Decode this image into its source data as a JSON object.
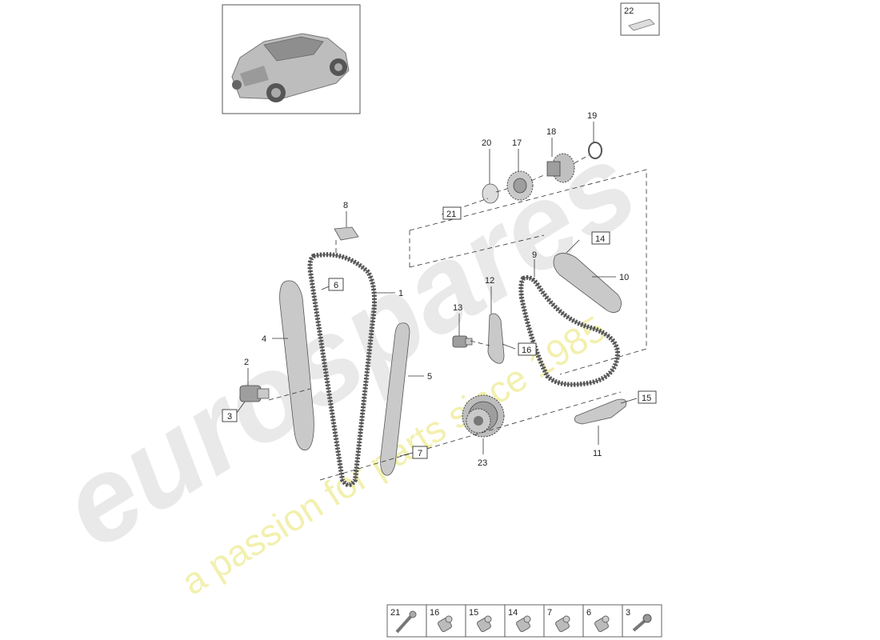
{
  "watermark": {
    "brand": "eurospares",
    "tagline": "a passion for parts since 1985",
    "brand_color": "#e6e6e6",
    "tagline_color": "#f1efa6"
  },
  "callouts": {
    "p1": "1",
    "p2": "2",
    "p4": "4",
    "p5": "5",
    "p8": "8",
    "p9": "9",
    "p10": "10",
    "p11": "11",
    "p12": "12",
    "p13": "13",
    "p17": "17",
    "p18": "18",
    "p19": "19",
    "p20": "20",
    "p22": "22",
    "p23": "23"
  },
  "boxed_callouts": {
    "b3": "3",
    "b6": "6",
    "b7": "7",
    "b14": "14",
    "b15": "15",
    "b16": "16",
    "b21": "21"
  },
  "fastener_table": [
    {
      "label": "21",
      "icon": "long-bolt-icon"
    },
    {
      "label": "16",
      "icon": "guide-pin-icon"
    },
    {
      "label": "15",
      "icon": "guide-pin-icon"
    },
    {
      "label": "14",
      "icon": "guide-pin-icon"
    },
    {
      "label": "7",
      "icon": "guide-pin-icon"
    },
    {
      "label": "6",
      "icon": "guide-pin-icon"
    },
    {
      "label": "3",
      "icon": "short-bolt-icon"
    }
  ]
}
